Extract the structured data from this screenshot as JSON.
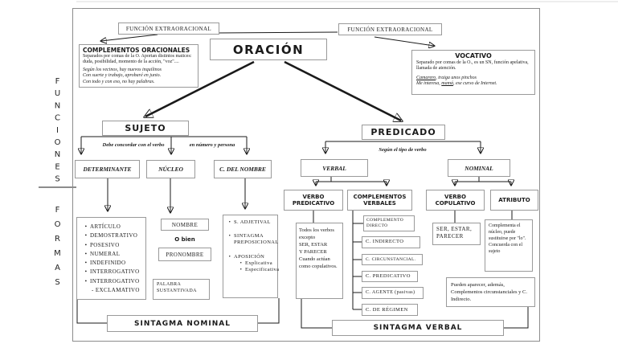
{
  "axis": {
    "funciones": "FUNCIONES",
    "formas": "FORMAS"
  },
  "top": {
    "fe_left": "FUNCIÓN EXTRAORACIONAL",
    "fe_right": "FUNCIÓN EXTRAORACIONAL",
    "oracion": "ORACIÓN",
    "complementos_oracionales": {
      "title": "COMPLEMENTOS ORACIONALES",
      "body": "Separados por comas de la O. Aportan distintos matices: duda, posibilidad, momento de la acción, \"voz\"....",
      "examples": [
        "Según los vecinos, hay nuevos inquilinos",
        "Con suerte y trabajo, aprobaré en junio.",
        "Con todo y con eso, no hay palabras."
      ]
    },
    "vocativo": {
      "title": "VOCATIVO",
      "body": "Separado por comas de la O., es un SN, función apelativa, llamada de atención.",
      "examples": [
        {
          "pre": "",
          "u": "Camarero",
          "rest": ", traiga unos pinchos"
        },
        {
          "pre": "Me interesa, ",
          "u": "mamá",
          "rest": ", ese curso de Internet."
        }
      ]
    }
  },
  "sujeto": {
    "label": "SUJETO",
    "note_left": "Debe concordar con el verbo",
    "note_right": "en número y persona",
    "determinante": {
      "label": "DETERMINANTE",
      "items": [
        "ARTÍCULO",
        "DEMOSTRATIVO",
        "POSESIVO",
        "NUMERAL",
        "INDEFINIDO",
        "INTERROGATIVO",
        "INTERROGATIVO"
      ],
      "item_note": "- EXCLAMATIVO"
    },
    "nucleo": {
      "label": "NÚCLEO",
      "nombre": "NOMBRE",
      "o_bien": "O bien",
      "pronombre": "PRONOMBRE",
      "palabra": "PALABRA SUSTANTIVADA"
    },
    "c_del_nombre": {
      "label": "C. DEL NOMBRE",
      "items": [
        "S. ADJETIVAL",
        "SINTAGMA PREPOSICIONAL",
        "APOSICIÓN"
      ],
      "sub_items": [
        "Explicativa",
        "Especificativa"
      ]
    },
    "sintagma_nominal": "SINTAGMA NOMINAL"
  },
  "predicado": {
    "label": "PREDICADO",
    "note": "Según el tipo de verbo",
    "verbal": {
      "label": "VERBAL",
      "verbo_predicativo": {
        "label": "VERBO PREDICATIVO",
        "note_lines": [
          "Todos los verbos",
          "excepto",
          "SER, ESTAR",
          "Y PARECER",
          "Cuando actúan",
          "como copulativos."
        ]
      },
      "complementos_verbales": {
        "label": "COMPLEMENTOS VERBALES",
        "items": [
          "COMPLEMENTO DIRECTO",
          "C. INDIRECTO",
          "C. CIRCUNSTANCIAL.",
          "C. PREDICATIVO",
          "C. AGENTE (pasivas)",
          "C. DE RÉGIMEN"
        ]
      }
    },
    "nominal": {
      "label": "NOMINAL",
      "verbo_copulativo": {
        "label": "VERBO COPULATIVO",
        "note": "SER, ESTAR, PARECER"
      },
      "atributo": {
        "label": "ATRIBUTO",
        "note": "Complementa el núcleo, puede sustituirse por \"lo\". Concuerda con el sujeto"
      }
    },
    "extra_note": "Pueden aparecer, además, Complementos circunstanciales y C. Indirecto.",
    "sintagma_verbal": "SINTAGMA VERBAL"
  }
}
